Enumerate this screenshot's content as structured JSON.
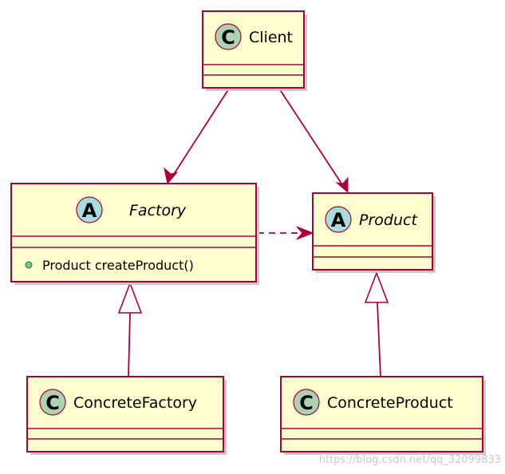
{
  "classes": {
    "client": {
      "name": "Client",
      "stereotype": "C",
      "abstract": false
    },
    "factory": {
      "name": "Factory",
      "stereotype": "A",
      "abstract": true,
      "method": "Product createProduct()"
    },
    "product": {
      "name": "Product",
      "stereotype": "A",
      "abstract": true
    },
    "concrete_factory": {
      "name": "ConcreteFactory",
      "stereotype": "C",
      "abstract": false
    },
    "concrete_product": {
      "name": "ConcreteProduct",
      "stereotype": "C",
      "abstract": false
    }
  },
  "relations": [
    {
      "from": "Client",
      "to": "Factory",
      "kind": "association"
    },
    {
      "from": "Client",
      "to": "Product",
      "kind": "association"
    },
    {
      "from": "Factory",
      "to": "Product",
      "kind": "dependency"
    },
    {
      "from": "ConcreteFactory",
      "to": "Factory",
      "kind": "generalization"
    },
    {
      "from": "ConcreteProduct",
      "to": "Product",
      "kind": "generalization"
    }
  ],
  "colors": {
    "class_fill": "#fefece",
    "border": "#a80036",
    "class_badge": "#add1b2",
    "abstract_badge": "#a9dcdf",
    "method_dot": "#84be84"
  },
  "watermark": "https://blog.csdn.net/qq_32099833"
}
